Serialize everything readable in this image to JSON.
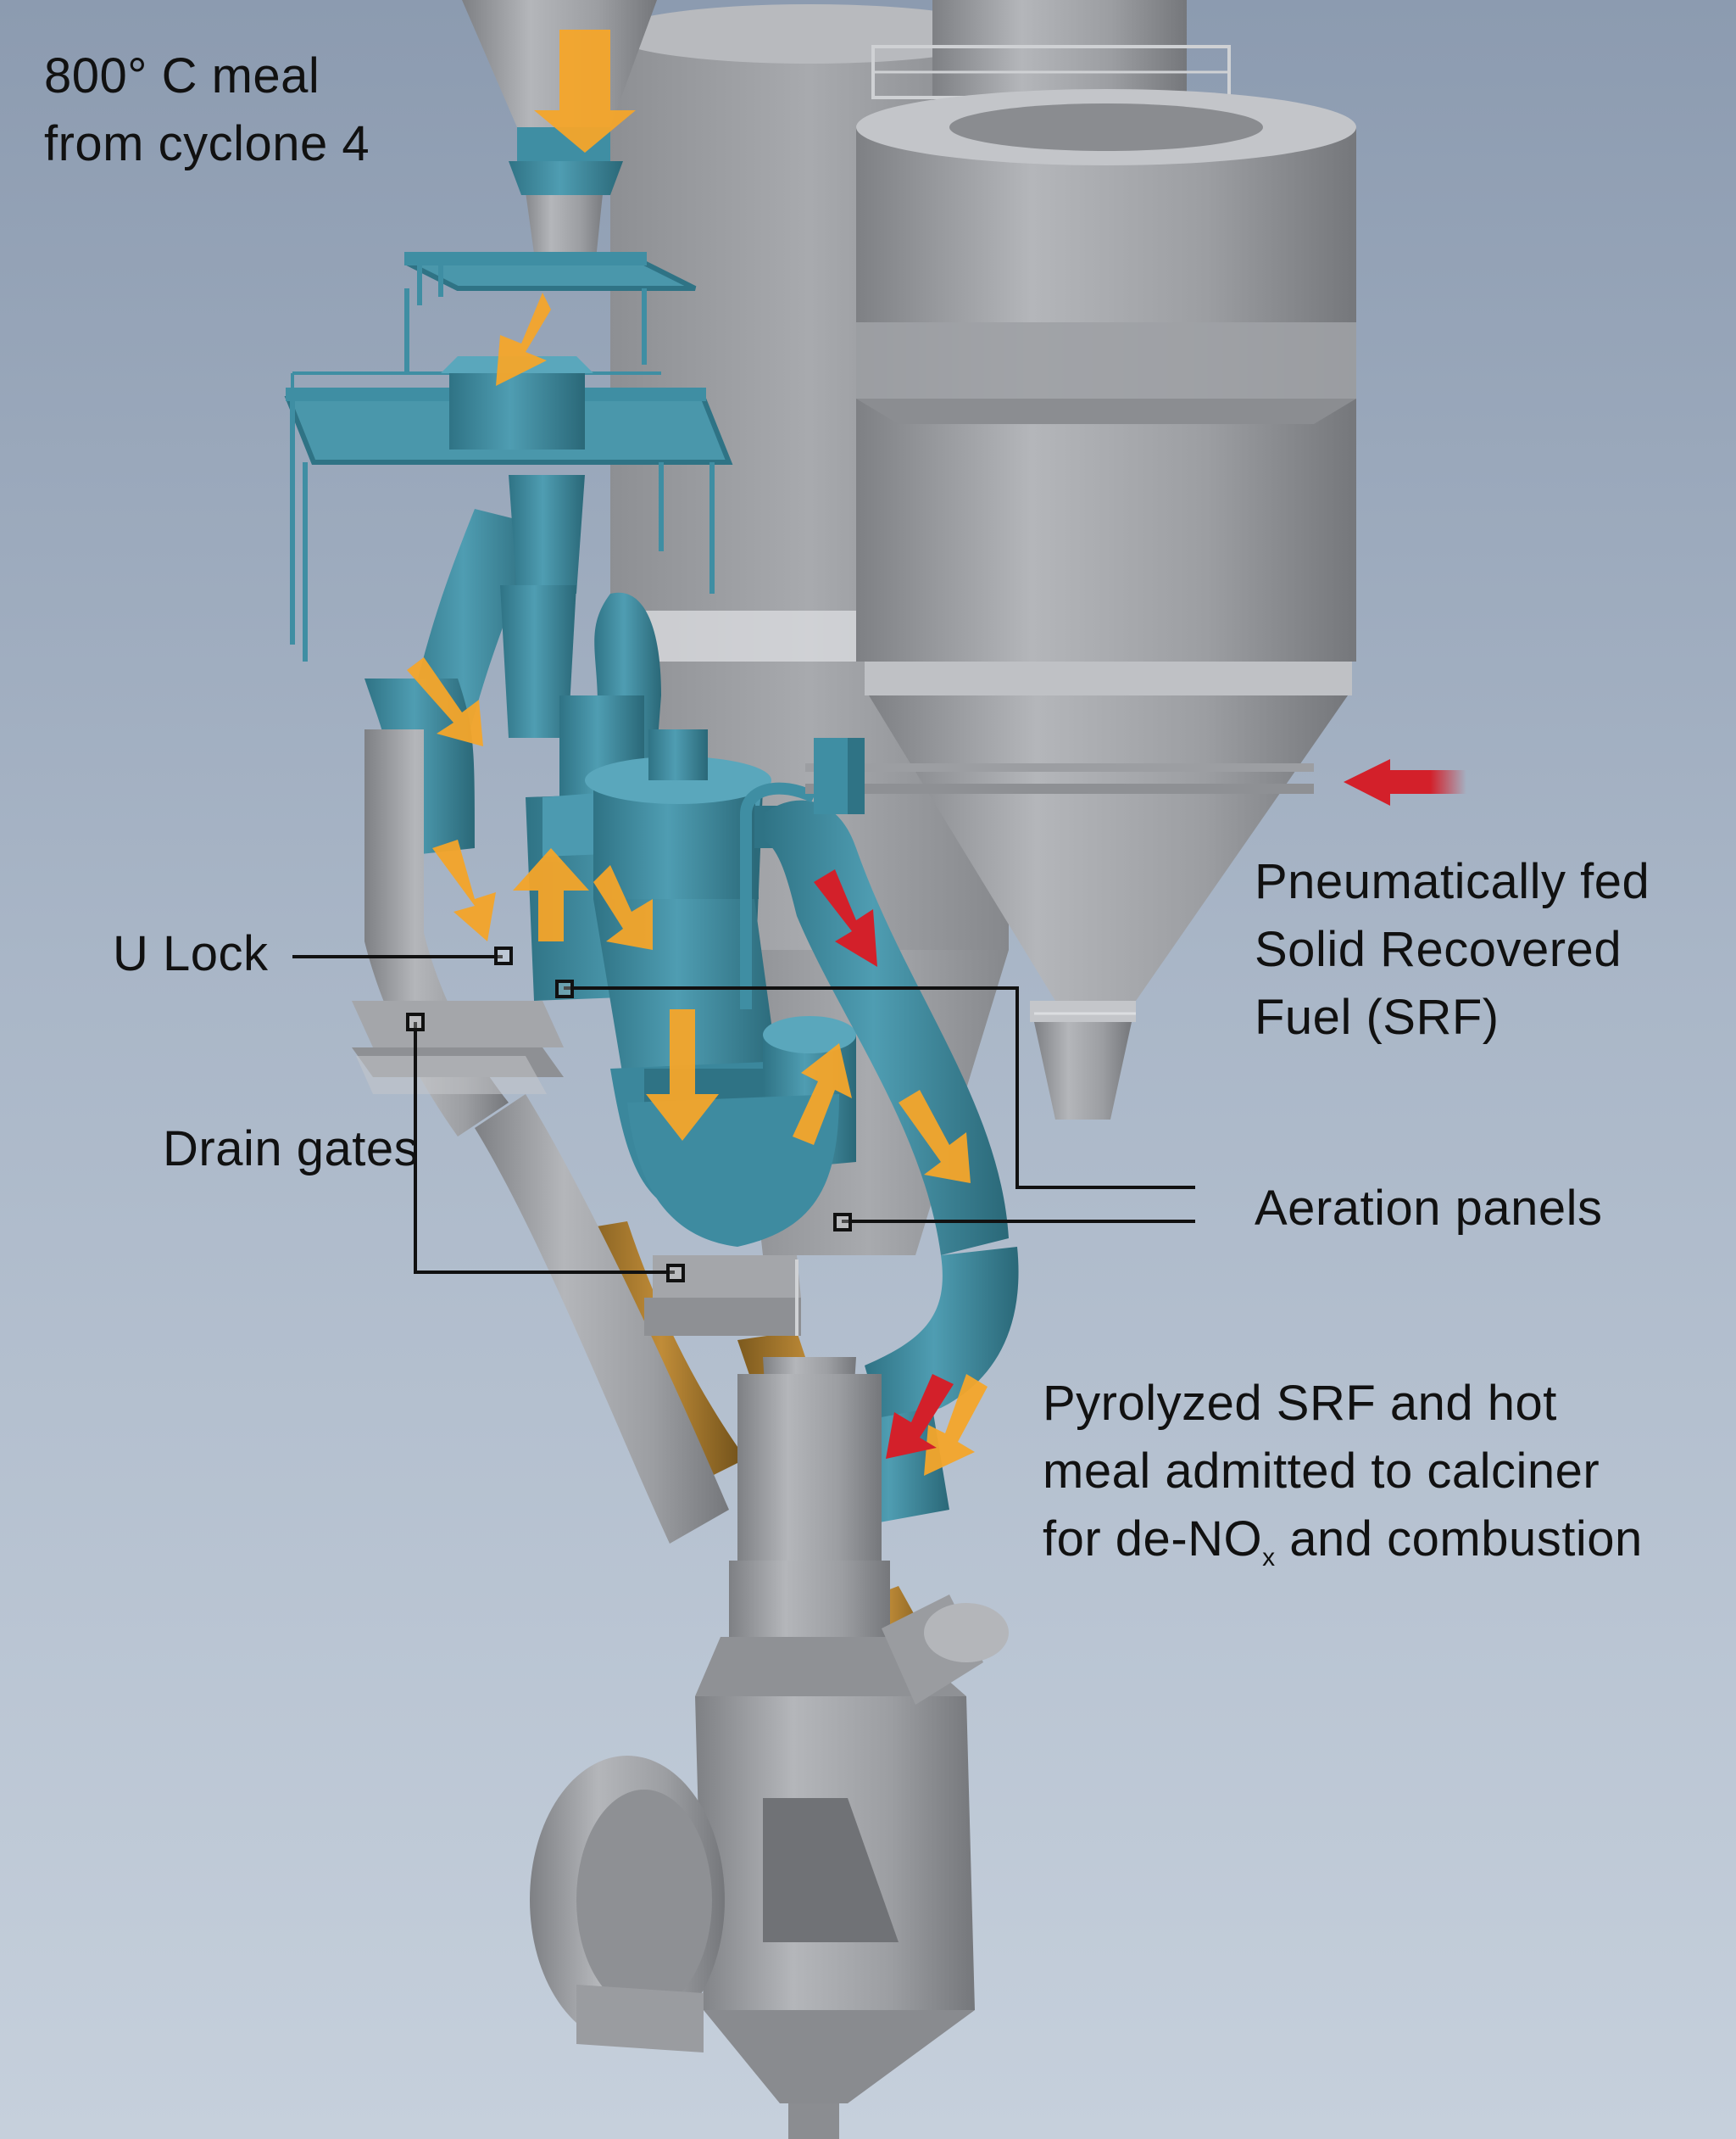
{
  "labels": {
    "meal_line1": "800° C meal",
    "meal_line2": "from cyclone 4",
    "u_lock": "U Lock",
    "drain_gates": "Drain gates",
    "srf_line1": "Pneumatically fed",
    "srf_line2": "Solid Recovered",
    "srf_line3": "Fuel (SRF)",
    "aeration_panels": "Aeration panels",
    "pyro_line1": "Pyrolyzed SRF and hot",
    "pyro_line2": "meal admitted to calciner",
    "pyro_line3_pre": "for de-NO",
    "pyro_line3_sub": "x",
    "pyro_line3_post": " and combustion"
  },
  "colors": {
    "equipment_grey": "#9a9ca0",
    "reactor_teal": "#3f8ea3",
    "chute_brown": "#a87a2e",
    "meal_arrow": "#f4a52a",
    "fuel_arrow": "#d3202a"
  }
}
